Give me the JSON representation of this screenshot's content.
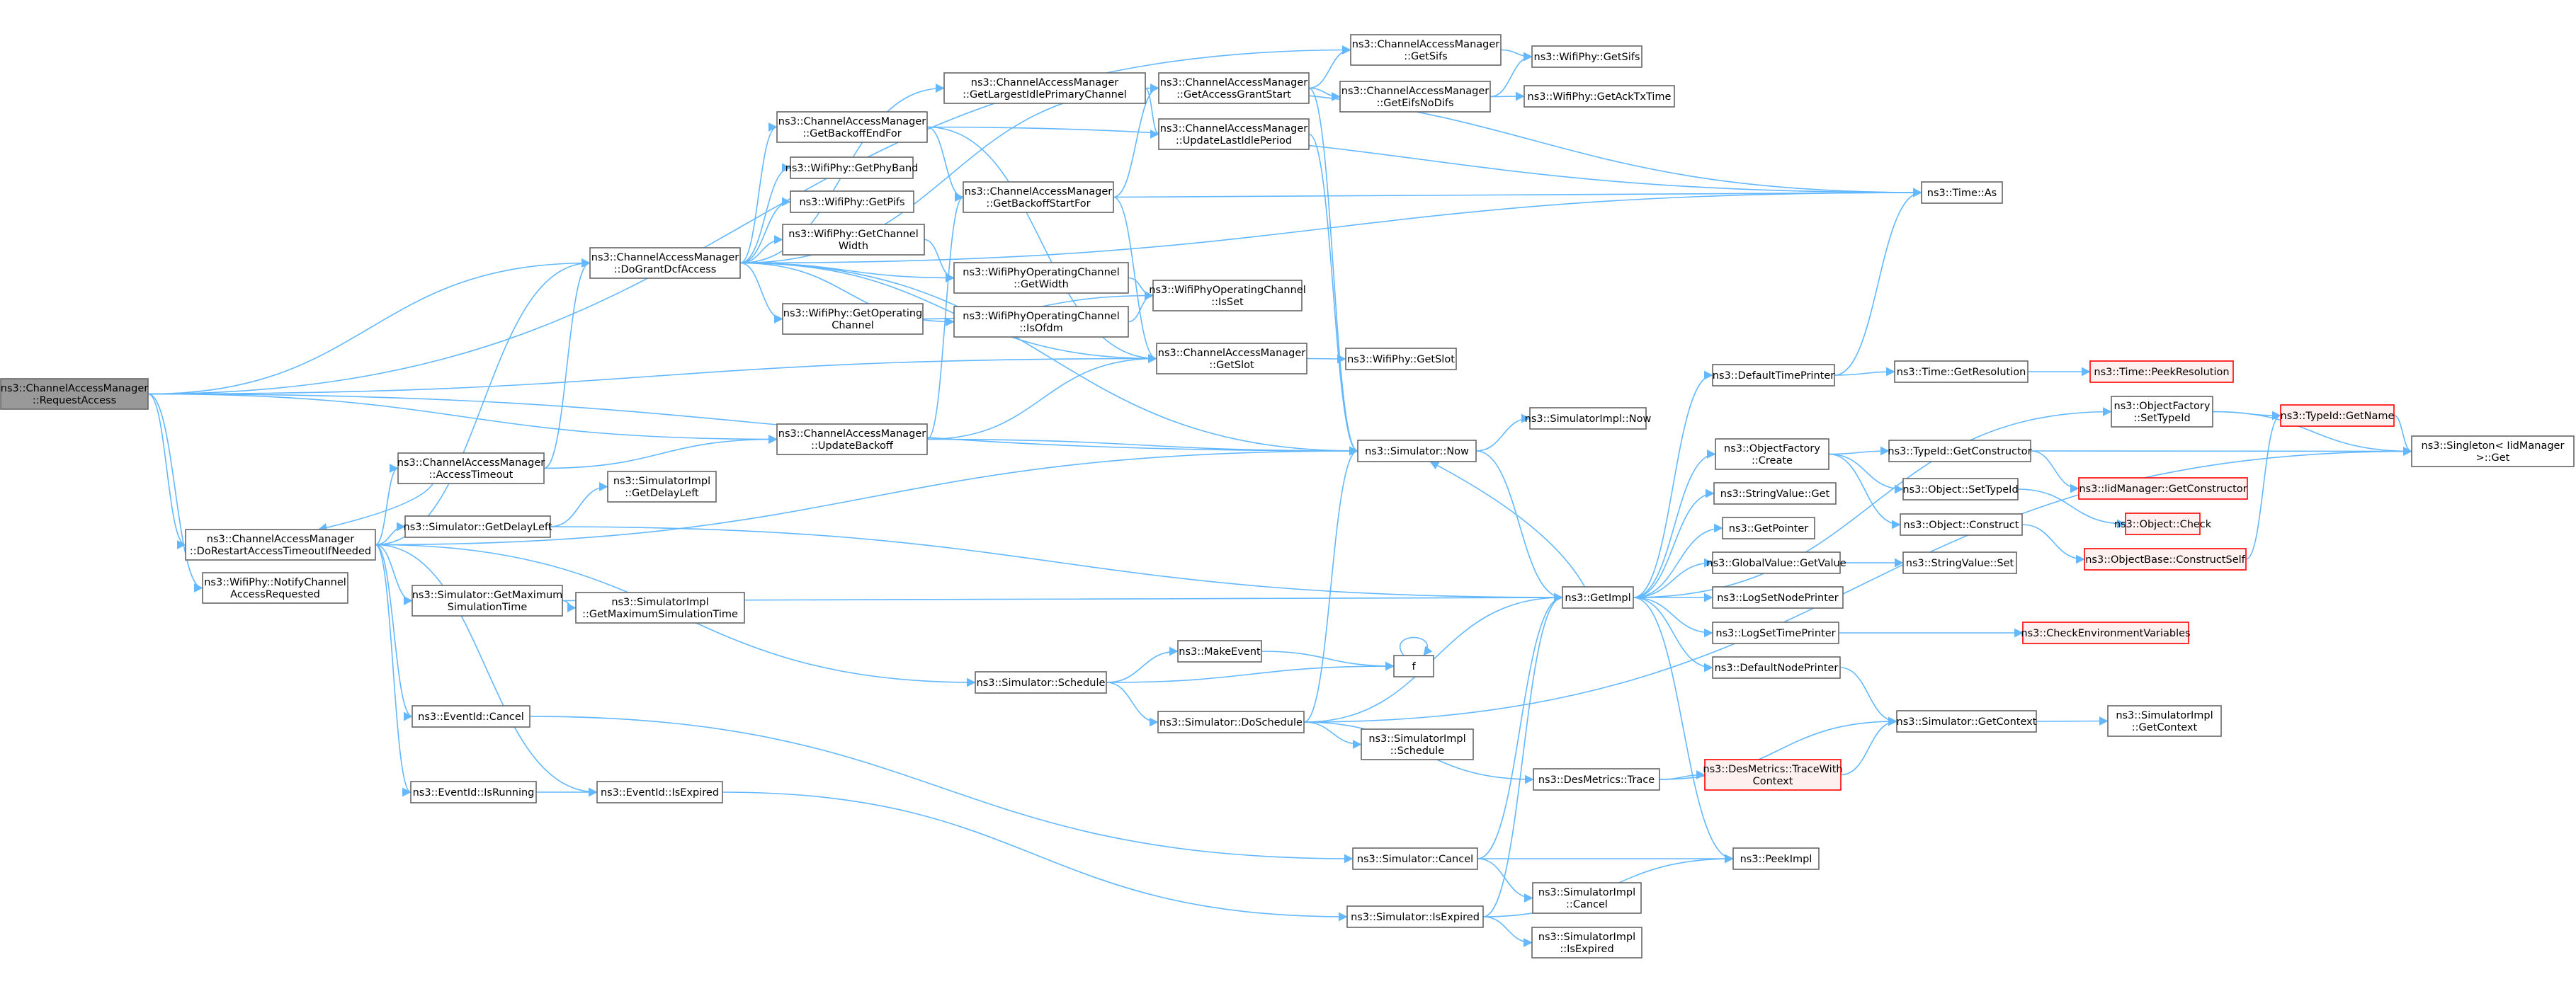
{
  "colors": {
    "edge": "#63b8ff",
    "node_border": "#666666",
    "node_fill": "#ffffff",
    "focus_border": "#666666",
    "focus_fill": "#999999",
    "truncated_border": "#ff0000",
    "truncated_fill": "#fff0f0"
  },
  "nodes": [
    {
      "id": "n0",
      "lines": [
        "ns3::ChannelAccessManager",
        "::RequestAccess"
      ],
      "kind": "focus"
    },
    {
      "id": "n1",
      "lines": [
        "ns3::ChannelAccessManager",
        "::DoRestartAccessTimeoutIfNeeded"
      ],
      "kind": "normal"
    },
    {
      "id": "n2",
      "lines": [
        "ns3::WifiPhy::NotifyChannel",
        "AccessRequested"
      ],
      "kind": "normal"
    },
    {
      "id": "n3",
      "lines": [
        "ns3::ChannelAccessManager",
        "::DoGrantDcfAccess"
      ],
      "kind": "normal"
    },
    {
      "id": "n4",
      "lines": [
        "ns3::ChannelAccessManager",
        "::AccessTimeout"
      ],
      "kind": "normal"
    },
    {
      "id": "n5",
      "lines": [
        "ns3::Simulator::GetDelayLeft"
      ],
      "kind": "normal"
    },
    {
      "id": "n6",
      "lines": [
        "ns3::Simulator::GetMaximum",
        "SimulationTime"
      ],
      "kind": "normal"
    },
    {
      "id": "n7",
      "lines": [
        "ns3::EventId::Cancel"
      ],
      "kind": "normal"
    },
    {
      "id": "n8",
      "lines": [
        "ns3::EventId::IsRunning"
      ],
      "kind": "normal"
    },
    {
      "id": "n9",
      "lines": [
        "ns3::EventId::IsExpired"
      ],
      "kind": "normal"
    },
    {
      "id": "n10",
      "lines": [
        "ns3::SimulatorImpl",
        "::GetDelayLeft"
      ],
      "kind": "normal"
    },
    {
      "id": "n11",
      "lines": [
        "ns3::SimulatorImpl",
        "::GetMaximumSimulationTime"
      ],
      "kind": "normal"
    },
    {
      "id": "n12",
      "lines": [
        "ns3::ChannelAccessManager",
        "::GetBackoffEndFor"
      ],
      "kind": "normal"
    },
    {
      "id": "n13",
      "lines": [
        "ns3::WifiPhy::GetPhyBand"
      ],
      "kind": "normal"
    },
    {
      "id": "n14",
      "lines": [
        "ns3::WifiPhy::GetPifs"
      ],
      "kind": "normal"
    },
    {
      "id": "n15",
      "lines": [
        "ns3::WifiPhy::GetChannel",
        "Width"
      ],
      "kind": "normal"
    },
    {
      "id": "n16",
      "lines": [
        "ns3::WifiPhy::GetOperating",
        "Channel"
      ],
      "kind": "normal"
    },
    {
      "id": "n17",
      "lines": [
        "ns3::ChannelAccessManager",
        "::UpdateBackoff"
      ],
      "kind": "normal"
    },
    {
      "id": "n18",
      "lines": [
        "ns3::ChannelAccessManager",
        "::GetLargestIdlePrimaryChannel"
      ],
      "kind": "normal"
    },
    {
      "id": "n19",
      "lines": [
        "ns3::ChannelAccessManager",
        "::GetBackoffStartFor"
      ],
      "kind": "normal"
    },
    {
      "id": "n20",
      "lines": [
        "ns3::WifiPhyOperatingChannel",
        "::GetWidth"
      ],
      "kind": "normal"
    },
    {
      "id": "n21",
      "lines": [
        "ns3::WifiPhyOperatingChannel",
        "::IsOfdm"
      ],
      "kind": "normal"
    },
    {
      "id": "n22",
      "lines": [
        "ns3::Simulator::Schedule"
      ],
      "kind": "normal"
    },
    {
      "id": "n23",
      "lines": [
        "ns3::MakeEvent"
      ],
      "kind": "normal"
    },
    {
      "id": "n24",
      "lines": [
        "ns3::Simulator::DoSchedule"
      ],
      "kind": "normal"
    },
    {
      "id": "n25",
      "lines": [
        "ns3::ChannelAccessManager",
        "::GetAccessGrantStart"
      ],
      "kind": "normal"
    },
    {
      "id": "n26",
      "lines": [
        "ns3::ChannelAccessManager",
        "::UpdateLastIdlePeriod"
      ],
      "kind": "normal"
    },
    {
      "id": "n27",
      "lines": [
        "ns3::WifiPhyOperatingChannel",
        "::IsSet"
      ],
      "kind": "normal"
    },
    {
      "id": "n28",
      "lines": [
        "ns3::ChannelAccessManager",
        "::GetSlot"
      ],
      "kind": "normal"
    },
    {
      "id": "n29",
      "lines": [
        "ns3::ChannelAccessManager",
        "::GetSifs"
      ],
      "kind": "normal"
    },
    {
      "id": "n30",
      "lines": [
        "ns3::ChannelAccessManager",
        "::GetEifsNoDifs"
      ],
      "kind": "normal"
    },
    {
      "id": "n31",
      "lines": [
        "ns3::WifiPhy::GetSlot"
      ],
      "kind": "normal"
    },
    {
      "id": "n32",
      "lines": [
        "ns3::Simulator::Now"
      ],
      "kind": "normal"
    },
    {
      "id": "n33",
      "lines": [
        "ns3::Simulator::Cancel"
      ],
      "kind": "normal"
    },
    {
      "id": "n34",
      "lines": [
        "ns3::Simulator::IsExpired"
      ],
      "kind": "normal"
    },
    {
      "id": "n35",
      "lines": [
        "ns3::SimulatorImpl",
        "::Schedule"
      ],
      "kind": "normal"
    },
    {
      "id": "n36",
      "lines": [
        "ns3::DesMetrics::Trace"
      ],
      "kind": "normal"
    },
    {
      "id": "n37",
      "lines": [
        "ns3::SimulatorImpl",
        "::Cancel"
      ],
      "kind": "normal"
    },
    {
      "id": "n38",
      "lines": [
        "ns3::SimulatorImpl",
        "::IsExpired"
      ],
      "kind": "normal"
    },
    {
      "id": "n39",
      "lines": [
        "ns3::WifiPhy::GetSifs"
      ],
      "kind": "normal"
    },
    {
      "id": "n40",
      "lines": [
        "ns3::WifiPhy::GetAckTxTime"
      ],
      "kind": "normal"
    },
    {
      "id": "n41",
      "lines": [
        "ns3::SimulatorImpl::Now"
      ],
      "kind": "normal"
    },
    {
      "id": "n42",
      "lines": [
        "ns3::GetImpl"
      ],
      "kind": "normal"
    },
    {
      "id": "n43",
      "lines": [
        "ns3::DefaultTimePrinter"
      ],
      "kind": "normal"
    },
    {
      "id": "n44",
      "lines": [
        "ns3::ObjectFactory",
        "::Create"
      ],
      "kind": "normal"
    },
    {
      "id": "n45",
      "lines": [
        "ns3::StringValue::Get"
      ],
      "kind": "normal"
    },
    {
      "id": "n46",
      "lines": [
        "ns3::GetPointer"
      ],
      "kind": "normal"
    },
    {
      "id": "n47",
      "lines": [
        "ns3::GlobalValue::GetValue"
      ],
      "kind": "normal"
    },
    {
      "id": "n48",
      "lines": [
        "ns3::LogSetNodePrinter"
      ],
      "kind": "normal"
    },
    {
      "id": "n49",
      "lines": [
        "ns3::LogSetTimePrinter"
      ],
      "kind": "normal"
    },
    {
      "id": "n50",
      "lines": [
        "ns3::DefaultNodePrinter"
      ],
      "kind": "normal"
    },
    {
      "id": "n51",
      "lines": [
        "ns3::PeekImpl"
      ],
      "kind": "normal"
    },
    {
      "id": "n52",
      "lines": [
        "ns3::DesMetrics::TraceWith",
        "Context"
      ],
      "kind": "truncated"
    },
    {
      "id": "n53",
      "lines": [
        "f"
      ],
      "kind": "normal"
    },
    {
      "id": "n54",
      "lines": [
        "ns3::Time::As"
      ],
      "kind": "normal"
    },
    {
      "id": "n55",
      "lines": [
        "ns3::Time::GetResolution"
      ],
      "kind": "normal"
    },
    {
      "id": "n56",
      "lines": [
        "ns3::ObjectFactory",
        "::SetTypeId"
      ],
      "kind": "normal"
    },
    {
      "id": "n57",
      "lines": [
        "ns3::TypeId::GetConstructor"
      ],
      "kind": "normal"
    },
    {
      "id": "n58",
      "lines": [
        "ns3::Object::SetTypeId"
      ],
      "kind": "normal"
    },
    {
      "id": "n59",
      "lines": [
        "ns3::Object::Construct"
      ],
      "kind": "normal"
    },
    {
      "id": "n60",
      "lines": [
        "ns3::StringValue::Set"
      ],
      "kind": "normal"
    },
    {
      "id": "n61",
      "lines": [
        "ns3::Simulator::GetContext"
      ],
      "kind": "normal"
    },
    {
      "id": "n62",
      "lines": [
        "ns3::Time::PeekResolution"
      ],
      "kind": "truncated"
    },
    {
      "id": "n63",
      "lines": [
        "ns3::TypeId::GetName"
      ],
      "kind": "truncated"
    },
    {
      "id": "n64",
      "lines": [
        "ns3::IidManager::GetConstructor"
      ],
      "kind": "truncated"
    },
    {
      "id": "n65",
      "lines": [
        "ns3::Object::Check"
      ],
      "kind": "truncated"
    },
    {
      "id": "n66",
      "lines": [
        "ns3::ObjectBase::ConstructSelf"
      ],
      "kind": "truncated"
    },
    {
      "id": "n67",
      "lines": [
        "ns3::CheckEnvironmentVariables"
      ],
      "kind": "truncated"
    },
    {
      "id": "n68",
      "lines": [
        "ns3::SimulatorImpl",
        "::GetContext"
      ],
      "kind": "normal"
    },
    {
      "id": "n69",
      "lines": [
        "ns3::Singleton< IidManager",
        ">::Get"
      ],
      "kind": "normal"
    }
  ],
  "edges": [
    [
      "n0",
      "n1"
    ],
    [
      "n0",
      "n2"
    ],
    [
      "n0",
      "n3"
    ],
    [
      "n0",
      "n17"
    ],
    [
      "n0",
      "n28"
    ],
    [
      "n0",
      "n29"
    ],
    [
      "n0",
      "n32"
    ],
    [
      "n1",
      "n3"
    ],
    [
      "n1",
      "n4"
    ],
    [
      "n1",
      "n5"
    ],
    [
      "n1",
      "n6"
    ],
    [
      "n1",
      "n7"
    ],
    [
      "n1",
      "n8"
    ],
    [
      "n1",
      "n9"
    ],
    [
      "n1",
      "n22"
    ],
    [
      "n1",
      "n32"
    ],
    [
      "n4",
      "n1"
    ],
    [
      "n4",
      "n3"
    ],
    [
      "n4",
      "n17"
    ],
    [
      "n5",
      "n10"
    ],
    [
      "n5",
      "n42"
    ],
    [
      "n6",
      "n11"
    ],
    [
      "n6",
      "n42"
    ],
    [
      "n7",
      "n33"
    ],
    [
      "n8",
      "n9"
    ],
    [
      "n9",
      "n34"
    ],
    [
      "n3",
      "n12"
    ],
    [
      "n3",
      "n13"
    ],
    [
      "n3",
      "n14"
    ],
    [
      "n3",
      "n15"
    ],
    [
      "n3",
      "n16"
    ],
    [
      "n3",
      "n18"
    ],
    [
      "n3",
      "n20"
    ],
    [
      "n3",
      "n21"
    ],
    [
      "n3",
      "n25"
    ],
    [
      "n3",
      "n28"
    ],
    [
      "n3",
      "n32"
    ],
    [
      "n3",
      "n54"
    ],
    [
      "n12",
      "n19"
    ],
    [
      "n12",
      "n28"
    ],
    [
      "n12",
      "n54"
    ],
    [
      "n15",
      "n20"
    ],
    [
      "n16",
      "n27"
    ],
    [
      "n17",
      "n19"
    ],
    [
      "n17",
      "n28"
    ],
    [
      "n17",
      "n32"
    ],
    [
      "n18",
      "n26"
    ],
    [
      "n18",
      "n54"
    ],
    [
      "n19",
      "n25"
    ],
    [
      "n19",
      "n28"
    ],
    [
      "n19",
      "n54"
    ],
    [
      "n20",
      "n27"
    ],
    [
      "n21",
      "n27"
    ],
    [
      "n22",
      "n23"
    ],
    [
      "n22",
      "n24"
    ],
    [
      "n22",
      "n53"
    ],
    [
      "n23",
      "n53"
    ],
    [
      "n53",
      "n53"
    ],
    [
      "n24",
      "n32"
    ],
    [
      "n24",
      "n35"
    ],
    [
      "n24",
      "n36"
    ],
    [
      "n24",
      "n42"
    ],
    [
      "n24",
      "n69"
    ],
    [
      "n25",
      "n29"
    ],
    [
      "n25",
      "n30"
    ],
    [
      "n25",
      "n32"
    ],
    [
      "n26",
      "n32"
    ],
    [
      "n28",
      "n31"
    ],
    [
      "n29",
      "n39"
    ],
    [
      "n30",
      "n39"
    ],
    [
      "n30",
      "n40"
    ],
    [
      "n32",
      "n41"
    ],
    [
      "n32",
      "n42"
    ],
    [
      "n33",
      "n37"
    ],
    [
      "n33",
      "n42"
    ],
    [
      "n33",
      "n51"
    ],
    [
      "n34",
      "n38"
    ],
    [
      "n34",
      "n42"
    ],
    [
      "n34",
      "n51"
    ],
    [
      "n36",
      "n52"
    ],
    [
      "n36",
      "n61"
    ],
    [
      "n42",
      "n32"
    ],
    [
      "n42",
      "n43"
    ],
    [
      "n42",
      "n44"
    ],
    [
      "n42",
      "n45"
    ],
    [
      "n42",
      "n46"
    ],
    [
      "n42",
      "n47"
    ],
    [
      "n42",
      "n48"
    ],
    [
      "n42",
      "n49"
    ],
    [
      "n42",
      "n50"
    ],
    [
      "n42",
      "n51"
    ],
    [
      "n42",
      "n56"
    ],
    [
      "n43",
      "n54"
    ],
    [
      "n43",
      "n55"
    ],
    [
      "n44",
      "n57"
    ],
    [
      "n44",
      "n58"
    ],
    [
      "n44",
      "n59"
    ],
    [
      "n47",
      "n60"
    ],
    [
      "n49",
      "n67"
    ],
    [
      "n50",
      "n61"
    ],
    [
      "n52",
      "n61"
    ],
    [
      "n55",
      "n62"
    ],
    [
      "n56",
      "n63"
    ],
    [
      "n56",
      "n69"
    ],
    [
      "n57",
      "n64"
    ],
    [
      "n57",
      "n69"
    ],
    [
      "n58",
      "n65"
    ],
    [
      "n59",
      "n66"
    ],
    [
      "n66",
      "n63"
    ],
    [
      "n61",
      "n68"
    ],
    [
      "n63",
      "n69"
    ]
  ]
}
